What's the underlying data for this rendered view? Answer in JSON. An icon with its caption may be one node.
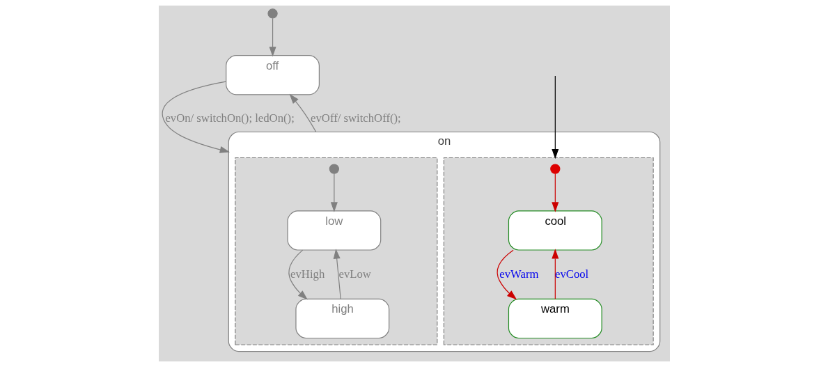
{
  "diagram": {
    "nodes": [
      {
        "text": [],
        "shape": "circle"
      },
      {
        "text": [
          "off"
        ]
      },
      {
        "text": [
          "on"
        ]
      },
      {
        "text": [],
        "shape": "box",
        "in": 2
      },
      {
        "text": [],
        "shape": "circle",
        "in": 3
      },
      {
        "text": [
          "low"
        ],
        "in": 3
      },
      {
        "text": [
          "high"
        ],
        "in": 3
      },
      {
        "text": [],
        "shape": "box",
        "in": 2
      },
      {
        "text": [],
        "shape": "circle",
        "in": 7
      },
      {
        "text": [
          "cool"
        ],
        "in": 7
      },
      {
        "text": [
          "warm"
        ],
        "in": 7
      }
    ],
    "edges": [
      {
        "from": 0,
        "to": 1,
        "arrow": "to"
      },
      {
        "from": 1,
        "to": 2,
        "arrow": "to",
        "label": "evOn/ switchOn(); ledOn();"
      },
      {
        "from": 2,
        "to": 1,
        "arrow": "to",
        "label": "evOff/ switchOff();"
      },
      {
        "from": 4,
        "to": 5,
        "arrow": "to"
      },
      {
        "from": 5,
        "to": 6,
        "arrow": "to",
        "label": "evHigh"
      },
      {
        "from": 6,
        "to": 5,
        "arrow": "to",
        "label": "evLow"
      },
      {
        "from": 8,
        "to": 9,
        "arrow": "to",
        "color": "#cc0000"
      },
      {
        "from": 9,
        "to": 10,
        "arrow": "to",
        "label": "evWarm",
        "color": "#cc0000"
      },
      {
        "from": 10,
        "to": 9,
        "arrow": "to",
        "label": "evCool",
        "color": "#cc0000"
      },
      {
        "from": null,
        "to": 7,
        "arrow": "to",
        "color": "#000000"
      }
    ]
  }
}
